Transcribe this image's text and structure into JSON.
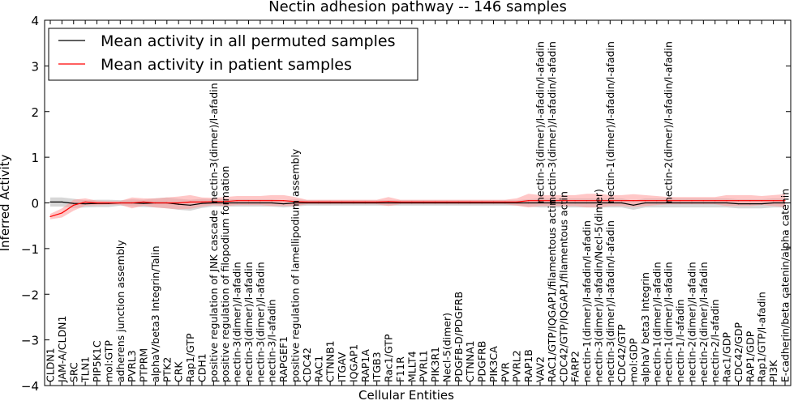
{
  "chart_data": {
    "type": "line",
    "title": "Nectin adhesion pathway -- 146 samples",
    "xlabel": "Cellular Entities",
    "ylabel": "Inferred Activity",
    "ylim": [
      -4,
      4
    ],
    "yticks": [
      4,
      3,
      2,
      1,
      0,
      -1,
      -2,
      -3,
      -4
    ],
    "ytick_labels": [
      "4",
      "3",
      "2",
      "1",
      "0",
      "−1",
      "−2",
      "−3",
      "−4"
    ],
    "grid": false,
    "legend_position": "top-left",
    "colors": {
      "permuted": "#000000",
      "patient": "#ff0000",
      "permuted_band": "#bdbdbd",
      "patient_band": "#ff9999"
    },
    "categories": [
      "CLDN1",
      "JAM-A/CLDN1",
      "SRC",
      "TLN1",
      "PIP5K1C",
      "mol:GTP",
      "adherens junction assembly",
      "PVRL3",
      "PTPRM",
      "alphaV/beta3 Integrin/Talin",
      "PTK2",
      "CRK",
      "Rap1/GTP",
      "CDH1",
      "positive regulation of JNK cascade",
      "positive regulation of filopodium formation",
      "nectin-3(dimer)/l-afadin",
      "nectin-3(dimer)/l-afadin",
      "nectin-3(dimer)/l-afadin",
      "nectin-3/l-afadin",
      "RAPGEF1",
      "positive regulation of lamellipodium assembly",
      "CDC42",
      "RAC1",
      "CTNNB1",
      "ITGAV",
      "IQGAP1",
      "RAP1A",
      "ITGB3",
      "Rac1/GTP",
      "F11R",
      "MLLT4",
      "PVRL1",
      "PIK3R1",
      "Necl-5(dimer)",
      "PDGFB-D/PDGFRB",
      "CTNNA1",
      "PDGFRB",
      "PIK3CA",
      "PVR",
      "PVRL2",
      "RAP1B",
      "VAV2",
      "RAC1/GTP/IQGAP1/filamentous actin",
      "CDC42/GTP/IQGAP1/filamentous actin",
      "FARP2",
      "nectin-1(dimer)/l-afadin/l-afadin",
      "nectin-3(dimer)/l-afadin/Necl-5(dimer)",
      "nectin-3(dimer)/l-afadin/l-afadin",
      "CDC42/GTP",
      "mol:GDP",
      "alphaV beta3 Integrin",
      "nectin-1(dimer)/l-afadin",
      "nectin-1(dimer)/l-afadin",
      "nectin-1/l-afadin",
      "nectin-2(dimer)/l-afadin",
      "nectin-2(dimer)/l-afadin",
      "nectin-2/l-afadin",
      "Rac1/GDP",
      "CDC42/GDP",
      "RAP1/GDP",
      "Rap1/GTP/l-afadin",
      "PI3K",
      "E-cadherin/beta catenin/alpha catenin"
    ],
    "upper_labels": [
      {
        "index": 14,
        "text": "nectin-3(dimer)/l-afadin"
      },
      {
        "index": 42,
        "text": "nectin-3(dimer)/l-afadin/l-afadin"
      },
      {
        "index": 43,
        "text": "nectin-3(dimer)/l-afadin/l-afadin"
      },
      {
        "index": 48,
        "text": "nectin-1(dimer)/l-afadin/l-afadin"
      },
      {
        "index": 53,
        "text": "nectin-2(dimer)/l-afadin/l-afadin"
      }
    ],
    "series": [
      {
        "name": "Mean activity in all permuted samples",
        "values": [
          0.02,
          0.02,
          -0.01,
          -0.02,
          -0.01,
          -0.01,
          0.0,
          0.0,
          -0.01,
          0.0,
          0.0,
          -0.03,
          -0.05,
          -0.01,
          0.0,
          0.0,
          0.0,
          0.0,
          0.0,
          0.0,
          -0.02,
          0.0,
          0.0,
          0.0,
          0.0,
          0.0,
          0.0,
          0.0,
          0.0,
          0.0,
          0.0,
          0.0,
          0.0,
          0.0,
          0.0,
          0.0,
          0.0,
          0.0,
          0.0,
          0.0,
          0.0,
          0.0,
          0.0,
          0.0,
          0.0,
          0.0,
          0.0,
          0.0,
          0.0,
          0.0,
          -0.05,
          0.0,
          0.0,
          0.0,
          0.0,
          0.0,
          0.0,
          0.0,
          0.0,
          -0.02,
          -0.02,
          -0.02,
          0.0,
          0.0
        ],
        "band": [
          0.1,
          0.1,
          0.1,
          0.08,
          0.08,
          0.08,
          0.06,
          0.08,
          0.08,
          0.1,
          0.12,
          0.12,
          0.12,
          0.1,
          0.08,
          0.08,
          0.08,
          0.08,
          0.08,
          0.08,
          0.08,
          0.08,
          0.06,
          0.06,
          0.06,
          0.06,
          0.06,
          0.06,
          0.06,
          0.06,
          0.06,
          0.06,
          0.06,
          0.06,
          0.06,
          0.06,
          0.06,
          0.06,
          0.06,
          0.06,
          0.06,
          0.08,
          0.1,
          0.1,
          0.1,
          0.1,
          0.1,
          0.1,
          0.1,
          0.1,
          0.1,
          0.1,
          0.1,
          0.1,
          0.1,
          0.1,
          0.1,
          0.1,
          0.1,
          0.1,
          0.1,
          0.1,
          0.1,
          0.1
        ]
      },
      {
        "name": "Mean activity in patient samples",
        "values": [
          -0.3,
          -0.22,
          -0.05,
          0.02,
          0.0,
          0.0,
          0.0,
          0.0,
          0.02,
          0.0,
          0.0,
          0.0,
          0.02,
          0.02,
          0.03,
          0.03,
          0.05,
          0.05,
          0.05,
          0.05,
          0.05,
          0.03,
          0.02,
          0.02,
          0.02,
          0.02,
          0.02,
          0.02,
          0.02,
          0.03,
          0.02,
          0.02,
          0.02,
          0.02,
          0.02,
          0.02,
          0.02,
          0.02,
          0.02,
          0.02,
          0.02,
          0.05,
          0.05,
          0.05,
          0.05,
          0.05,
          0.05,
          0.05,
          0.05,
          0.05,
          0.05,
          0.05,
          0.05,
          0.05,
          0.05,
          0.05,
          0.05,
          0.05,
          0.05,
          0.05,
          0.05,
          0.05,
          0.05,
          0.05
        ],
        "band": [
          0.06,
          0.1,
          0.12,
          0.08,
          0.05,
          0.04,
          0.04,
          0.12,
          0.08,
          0.1,
          0.12,
          0.14,
          0.15,
          0.1,
          0.08,
          0.1,
          0.1,
          0.1,
          0.1,
          0.12,
          0.12,
          0.1,
          0.05,
          0.05,
          0.05,
          0.05,
          0.05,
          0.05,
          0.05,
          0.1,
          0.05,
          0.05,
          0.05,
          0.05,
          0.05,
          0.05,
          0.05,
          0.05,
          0.05,
          0.05,
          0.08,
          0.15,
          0.12,
          0.12,
          0.12,
          0.12,
          0.15,
          0.15,
          0.12,
          0.12,
          0.14,
          0.12,
          0.1,
          0.08,
          0.08,
          0.08,
          0.08,
          0.08,
          0.12,
          0.12,
          0.12,
          0.1,
          0.12,
          0.14
        ]
      }
    ]
  }
}
